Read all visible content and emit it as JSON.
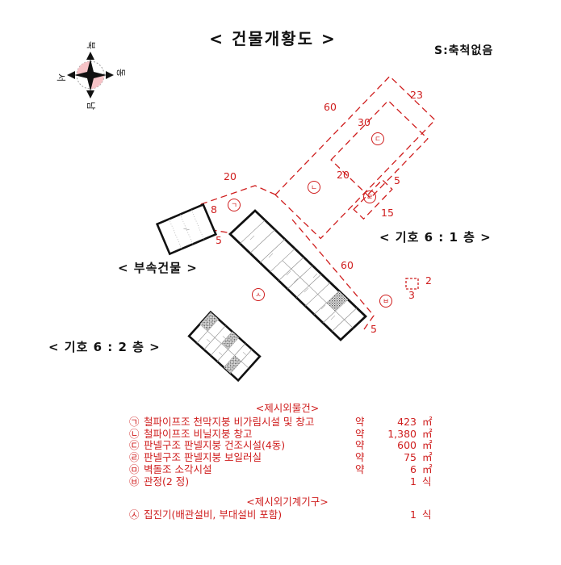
{
  "header": {
    "title": "< 건물개황도 >",
    "scale_note": "S:축척없음"
  },
  "compass": {
    "north": "북",
    "south": "남",
    "east": "동",
    "west": "서"
  },
  "diagram": {
    "floor1_label": "< 기호 6 : 1 층 >",
    "floor2_label": "< 기호 6 : 2 층 >",
    "annex_label": "< 부속건물 >",
    "marks": {
      "a": "ㄱ",
      "b": "ㄴ",
      "c": "ㄷ",
      "d": "ㄹ",
      "f": "ㅂ",
      "m": "ㅅ"
    },
    "dims": {
      "b_long": "60",
      "b_short": "23",
      "c_long": "30",
      "c_short": "20",
      "d_long": "15",
      "d_short": "5",
      "a_top": "20",
      "a_left": "8",
      "a_bottom": "5",
      "strip_long": "60",
      "strip_end": "5",
      "sq_w": "2",
      "sq_h": "3"
    },
    "colors": {
      "line_red": "#cf1d1d",
      "building_black": "#111111",
      "compass_pink": "#f6c3c7"
    }
  },
  "legend": {
    "section1_title": "<제시외물건>",
    "items": [
      {
        "mark": "㉠",
        "desc": "철파이프조 천막지붕 비가림시설 및 창고",
        "approx": "약",
        "value": "423",
        "unit": "㎡"
      },
      {
        "mark": "㉡",
        "desc": "철파이프조 비닐지붕 창고",
        "approx": "약",
        "value": "1,380",
        "unit": "㎡"
      },
      {
        "mark": "㉢",
        "desc": "판넬구조 판넬지붕 건조시설(4동)",
        "approx": "약",
        "value": "600",
        "unit": "㎡"
      },
      {
        "mark": "㉣",
        "desc": "판넬구조 판넬지붕 보일러실",
        "approx": "약",
        "value": "75",
        "unit": "㎡"
      },
      {
        "mark": "㉤",
        "desc": "벽돌조 소각시설",
        "approx": "약",
        "value": "6",
        "unit": "㎡"
      },
      {
        "mark": "㉥",
        "desc": "관정(2 정)",
        "approx": "",
        "value": "1",
        "unit": "식"
      }
    ],
    "section2_title": "<제시외기계기구>",
    "items2": [
      {
        "mark": "㉦",
        "desc": "집진기(배관설비, 부대설비 포함)",
        "approx": "",
        "value": "1",
        "unit": "식"
      }
    ]
  }
}
